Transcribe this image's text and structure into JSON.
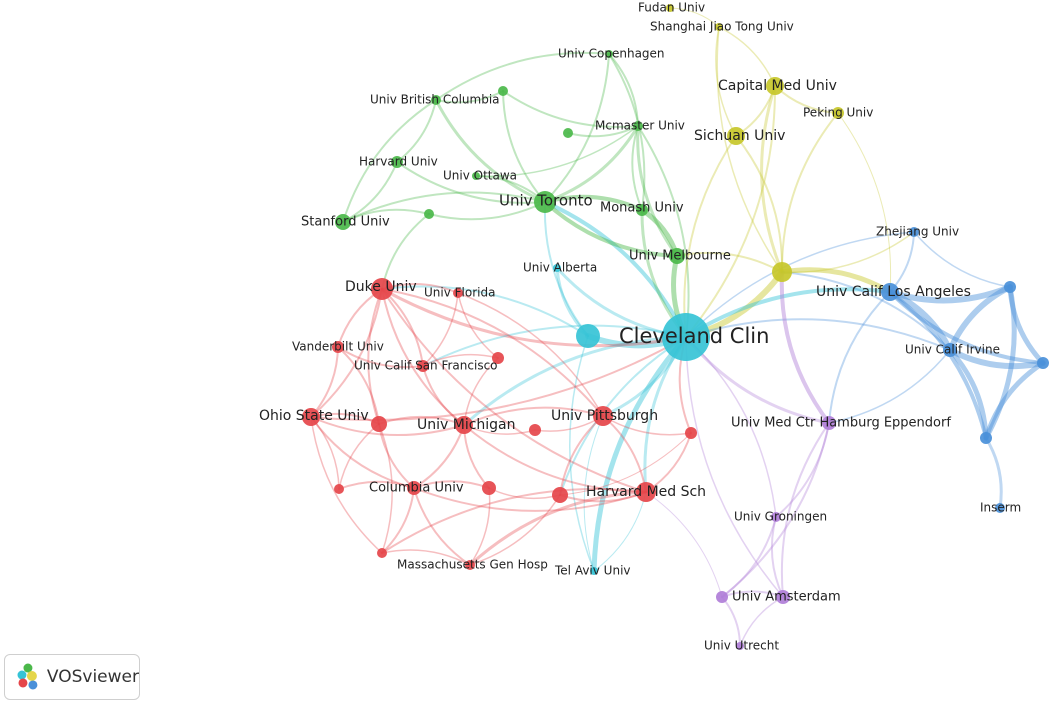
{
  "app": {
    "name": "VOSviewer"
  },
  "clusters": {
    "red": "#e5454a",
    "green": "#4bb84a",
    "blue": "#4a90d9",
    "yellow": "#c7c72a",
    "purple": "#b07ed8",
    "cyan": "#36c3d6"
  },
  "nodes": [
    {
      "id": "cleveland",
      "label": "Cleveland Clin",
      "cluster": "cyan"
    },
    {
      "id": "cyan2",
      "label": "",
      "cluster": "cyan"
    },
    {
      "id": "alberta",
      "label": "Univ Alberta",
      "cluster": "cyan"
    },
    {
      "id": "telaviv",
      "label": "Tel Aviv Univ",
      "cluster": "cyan"
    },
    {
      "id": "duke",
      "label": "Duke Univ",
      "cluster": "red"
    },
    {
      "id": "florida",
      "label": "Univ Florida",
      "cluster": "red"
    },
    {
      "id": "vanderbilt",
      "label": "Vanderbilt Univ",
      "cluster": "red"
    },
    {
      "id": "ucsf",
      "label": "Univ Calif San Francisco",
      "cluster": "red"
    },
    {
      "id": "red1",
      "label": "",
      "cluster": "red"
    },
    {
      "id": "ohio",
      "label": "Ohio State Univ",
      "cluster": "red"
    },
    {
      "id": "red2",
      "label": "",
      "cluster": "red"
    },
    {
      "id": "michigan",
      "label": "Univ Michigan",
      "cluster": "red"
    },
    {
      "id": "red3",
      "label": "",
      "cluster": "red"
    },
    {
      "id": "pittsburgh",
      "label": "Univ Pittsburgh",
      "cluster": "red"
    },
    {
      "id": "red4",
      "label": "",
      "cluster": "red"
    },
    {
      "id": "red5",
      "label": "",
      "cluster": "red"
    },
    {
      "id": "columbia",
      "label": "Columbia Univ",
      "cluster": "red"
    },
    {
      "id": "red6",
      "label": "",
      "cluster": "red"
    },
    {
      "id": "red7",
      "label": "",
      "cluster": "red"
    },
    {
      "id": "harvardmed",
      "label": "Harvard Med Sch",
      "cluster": "red"
    },
    {
      "id": "red8",
      "label": "",
      "cluster": "red"
    },
    {
      "id": "mgh",
      "label": "Massachusetts Gen Hosp",
      "cluster": "red"
    },
    {
      "id": "copenhagen",
      "label": "Univ Copenhagen",
      "cluster": "green"
    },
    {
      "id": "ubc",
      "label": "Univ British Columbia",
      "cluster": "green"
    },
    {
      "id": "green1",
      "label": "",
      "cluster": "green"
    },
    {
      "id": "mcmaster",
      "label": "Mcmaster Univ",
      "cluster": "green"
    },
    {
      "id": "green2",
      "label": "",
      "cluster": "green"
    },
    {
      "id": "harvard",
      "label": "Harvard Univ",
      "cluster": "green"
    },
    {
      "id": "ottawa",
      "label": "Univ Ottawa",
      "cluster": "green"
    },
    {
      "id": "toronto",
      "label": "Univ Toronto",
      "cluster": "green"
    },
    {
      "id": "monash",
      "label": "Monash Univ",
      "cluster": "green"
    },
    {
      "id": "stanford",
      "label": "Stanford Univ",
      "cluster": "green"
    },
    {
      "id": "green3",
      "label": "",
      "cluster": "green"
    },
    {
      "id": "melbourne",
      "label": "Univ Melbourne",
      "cluster": "green"
    },
    {
      "id": "fudan",
      "label": "Fudan Univ",
      "cluster": "yellow"
    },
    {
      "id": "sjtu",
      "label": "Shanghai Jiao Tong Univ",
      "cluster": "yellow"
    },
    {
      "id": "capital",
      "label": "Capital Med Univ",
      "cluster": "yellow"
    },
    {
      "id": "peking",
      "label": "Peking Univ",
      "cluster": "yellow"
    },
    {
      "id": "sichuan",
      "label": "Sichuan Univ",
      "cluster": "yellow"
    },
    {
      "id": "yellow1",
      "label": "",
      "cluster": "yellow"
    },
    {
      "id": "zhejiang",
      "label": "Zhejiang Univ",
      "cluster": "blue"
    },
    {
      "id": "ucla",
      "label": "Univ Calif Los Angeles",
      "cluster": "blue"
    },
    {
      "id": "blue1",
      "label": "",
      "cluster": "blue"
    },
    {
      "id": "irvine",
      "label": "Univ Calif Irvine",
      "cluster": "blue"
    },
    {
      "id": "blue2",
      "label": "",
      "cluster": "blue"
    },
    {
      "id": "blue3",
      "label": "",
      "cluster": "blue"
    },
    {
      "id": "inserm",
      "label": "Inserm",
      "cluster": "blue"
    },
    {
      "id": "hamburg",
      "label": "Univ Med Ctr Hamburg Eppendorf",
      "cluster": "purple"
    },
    {
      "id": "groningen",
      "label": "Univ Groningen",
      "cluster": "purple"
    },
    {
      "id": "amsterdam",
      "label": "Univ Amsterdam",
      "cluster": "purple"
    },
    {
      "id": "purple1",
      "label": "",
      "cluster": "purple"
    },
    {
      "id": "utrecht",
      "label": "Univ Utrecht",
      "cluster": "purple"
    }
  ]
}
